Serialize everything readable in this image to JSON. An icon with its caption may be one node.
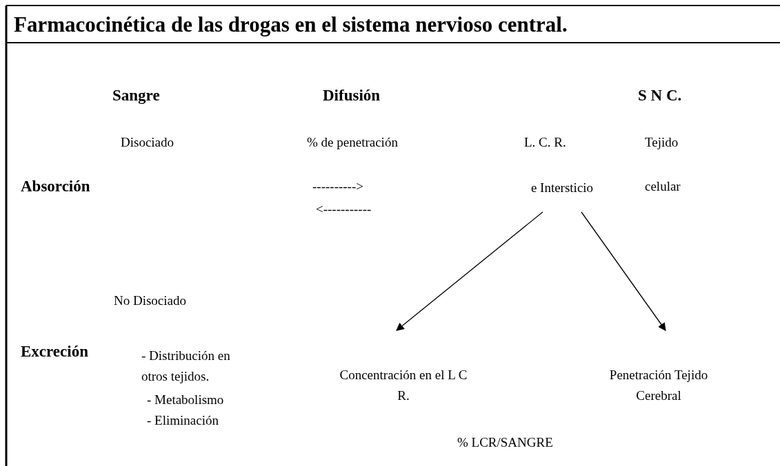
{
  "diagram": {
    "title": "Farmacocinética de las drogas en el sistema nervioso central.",
    "nodes": [
      {
        "text": [
          "e Intersticio"
        ]
      },
      {
        "text": [
          "Concentración en el L C R."
        ]
      },
      {
        "text": [
          "Penetración Tejido Cerebral"
        ]
      }
    ],
    "edges": [
      {
        "from": 0,
        "to": 1,
        "arrow": "to"
      },
      {
        "from": 0,
        "to": 2,
        "arrow": "to"
      }
    ],
    "labels": [
      "Sangre",
      "Difusión",
      "S N C.",
      "Disociado",
      "% de penetración",
      "L. C. R.",
      "Tejido",
      "Absorción",
      "---------->",
      "celular",
      "<-----------",
      "No Disociado",
      "Excreción",
      "- Distribución en otros tejidos.",
      "- Metabolismo",
      "- Eliminación",
      "% LCR/SANGRE"
    ]
  }
}
